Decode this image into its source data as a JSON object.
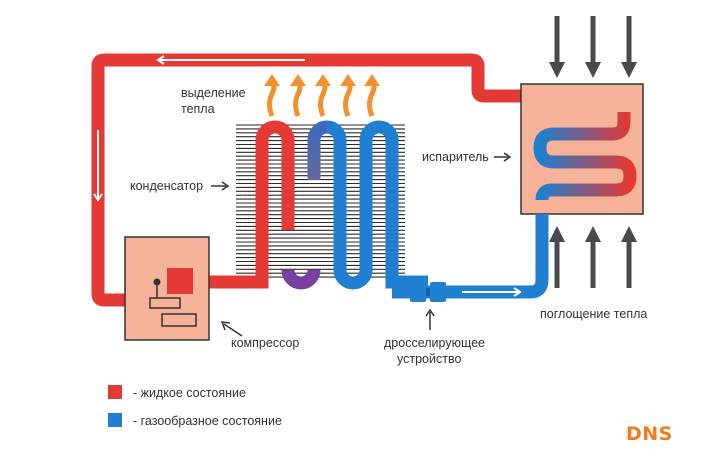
{
  "labels": {
    "heat_release_line1": "выделение",
    "heat_release_line2": "тепла",
    "condenser": "конденсатор",
    "evaporator": "испаритель",
    "compressor": "компрессор",
    "throttle_line1": "дросселирующее",
    "throttle_line2": "устройство",
    "heat_absorption": "поглощение тепла"
  },
  "legend": {
    "liquid": "- жидкое состояние",
    "gas": "- газообразное состояние"
  },
  "logo": {
    "text": "DNS"
  },
  "colors": {
    "liquid": "#e53935",
    "gas": "#1f7fd0",
    "box_fill": "#f7b39a",
    "heat_arrow": "#f5902e",
    "dark_arrow": "#4a4a4a",
    "logo": "#f47b20"
  }
}
